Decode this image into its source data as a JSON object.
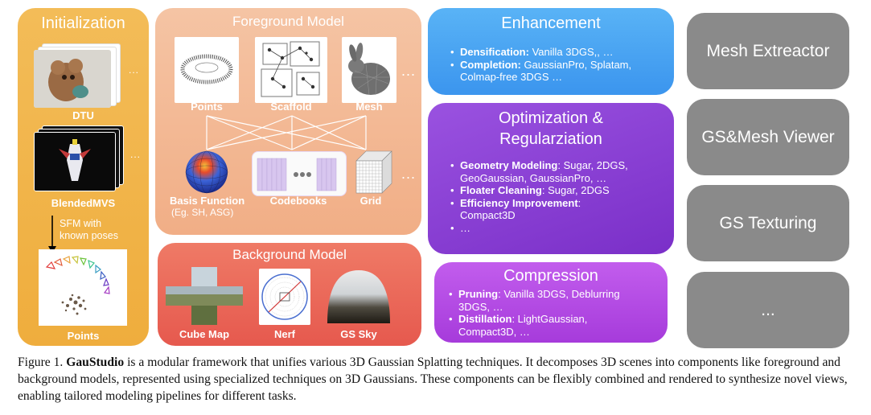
{
  "init": {
    "title": "Initialization",
    "dtu_label": "DTU",
    "blended_label": "BlendedMVS",
    "sfm_line1": "SFM with",
    "sfm_line2": "known poses",
    "points_label": "Points",
    "ellipsis": "..."
  },
  "foreground": {
    "title": "Foreground Model",
    "points": "Points",
    "scaffold": "Scaffold",
    "mesh": "Mesh",
    "basis": "Basis Function",
    "basis_sub": "(Eg. SH, ASG)",
    "codebooks": "Codebooks",
    "grid": "Grid",
    "ellipsis": "..."
  },
  "background": {
    "title": "Background Model",
    "cube": "Cube Map",
    "nerf": "Nerf",
    "sky": "GS Sky"
  },
  "enhancement": {
    "title": "Enhancement",
    "items": [
      {
        "bold": "Densification:",
        "text": " Vanilla 3DGS,, …"
      },
      {
        "bold": "Completion:",
        "text": " GaussianPro, Splatam,"
      },
      {
        "bold": "",
        "text": "Colmap-free 3DGS …",
        "cont": true
      }
    ]
  },
  "optimization": {
    "title_line1": "Optimization &",
    "title_line2": "Regularziation",
    "items": [
      {
        "bold": "Geometry Modeling",
        "text": ": Sugar, 2DGS,"
      },
      {
        "bold": "",
        "text": "GeoGaussian, GaussianPro, …",
        "cont": true
      },
      {
        "bold": "Floater Cleaning",
        "text": ": Sugar, 2DGS"
      },
      {
        "bold": "Efficiency Improvement",
        "text": ":"
      },
      {
        "bold": "",
        "text": "Compact3D",
        "cont": true
      },
      {
        "bold": "",
        "text": "…"
      }
    ]
  },
  "compression": {
    "title": "Compression",
    "items": [
      {
        "bold": "Pruning",
        "text": ": Vanilla 3DGS, Deblurring"
      },
      {
        "bold": "",
        "text": "3DGS, …",
        "cont": true
      },
      {
        "bold": "Distillation",
        "text": ": LightGaussian,"
      },
      {
        "bold": "",
        "text": "Compact3D, …",
        "cont": true
      }
    ]
  },
  "tools": {
    "mesh_extractor": "Mesh Extreactor",
    "viewer": "GS&Mesh Viewer",
    "texturing": "GS Texturing",
    "more": "..."
  },
  "caption": {
    "prefix": "Figure 1. ",
    "name": "GauStudio",
    "text": " is a modular framework that unifies various 3D Gaussian Splatting techniques. It decomposes 3D scenes into components like foreground and background models, represented using specialized techniques on 3D Gaussians. These components can be flexibly combined and rendered to synthesize novel views, enabling tailored modeling pipelines for different tasks."
  },
  "colors": {
    "init_panel": "#f1b74a",
    "foreground_panel": "#f3b793",
    "background_panel": "#e8675a",
    "enhancement_panel": "#4aa5f2",
    "optimization_panel": "#8a3fd6",
    "compression_panel": "#b44be3",
    "tool_panel": "#8a8a8a"
  }
}
